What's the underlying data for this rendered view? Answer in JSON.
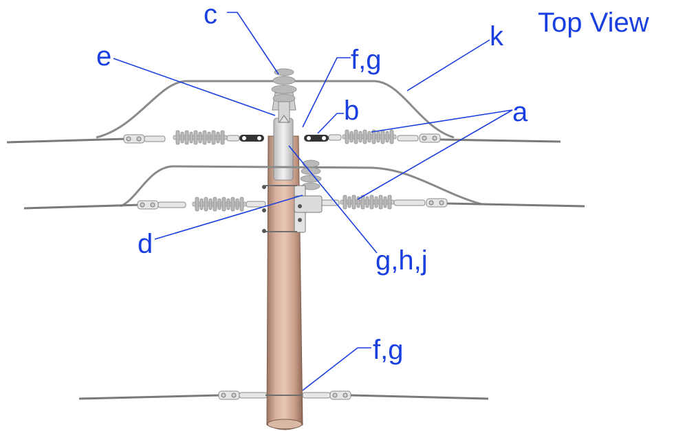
{
  "title": "Top View",
  "labels": {
    "a": "a",
    "b": "b",
    "c": "c",
    "d": "d",
    "e": "e",
    "fg_top": "f,g",
    "fg_bottom": "f,g",
    "ghj": "g,h,j",
    "k": "k"
  },
  "colors": {
    "label": "#1a3fe0",
    "pole": "#c9a08a",
    "wire": "#7a7a7a",
    "insulator": "#b9b9b9"
  }
}
